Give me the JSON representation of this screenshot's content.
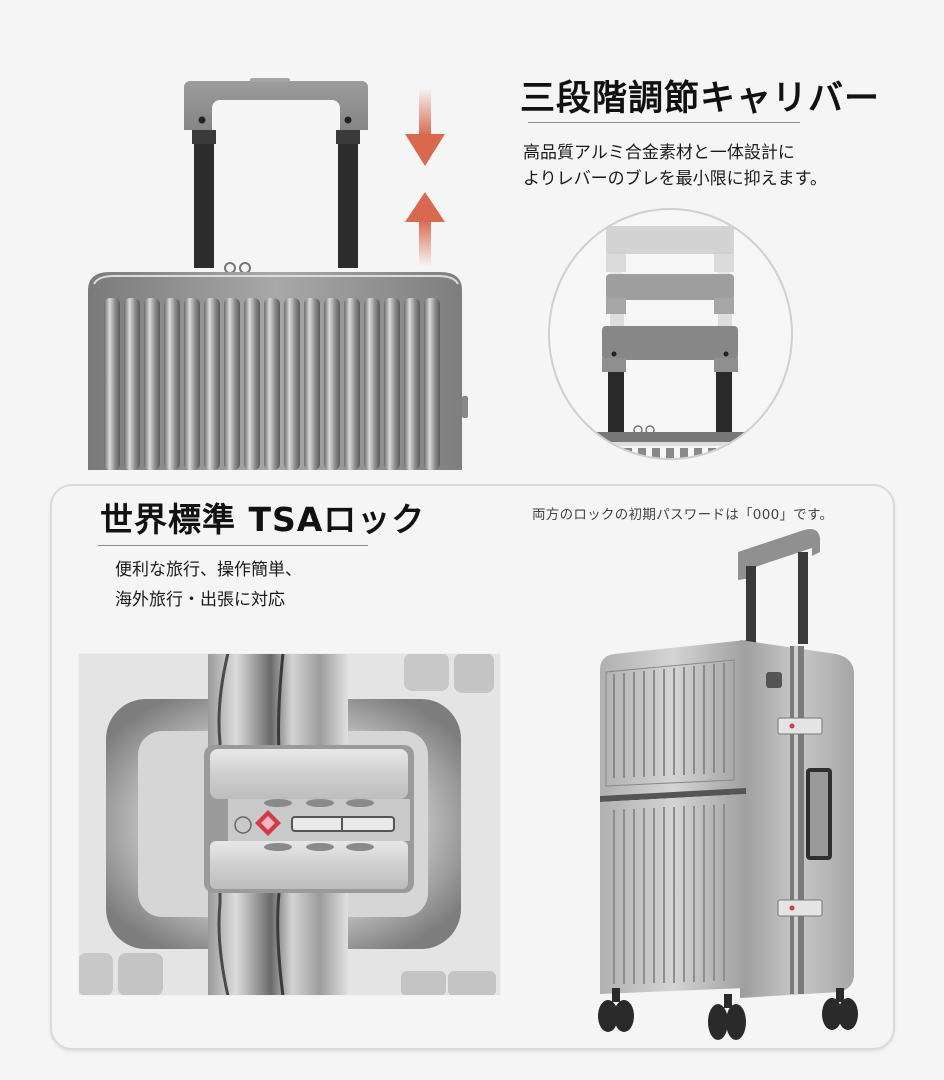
{
  "section_caliper": {
    "title": "三段階調節キャリバー",
    "description": "高品質アルミ合金素材と一体設計に\nよりレバーのブレを最小限に抑えます。",
    "arrow_color": "#d9694e",
    "arrows": [
      "arrow-down-icon",
      "arrow-up-icon"
    ],
    "handle_stages": 3
  },
  "section_tsa": {
    "title": "世界標準 TSAロック",
    "description": "便利な旅行、操作簡単、\n海外旅行・出張に対応",
    "password_note": "両方のロックの初期パスワードは「000」です。",
    "tsa_badge_color": "#d23a4a"
  },
  "colors": {
    "background": "#f5f5f5",
    "case_silver": "#9a9a9a",
    "handle_gray": "#8c8c8c",
    "handle_bar": "#2e2e2e",
    "panel_border": "#dadada"
  }
}
